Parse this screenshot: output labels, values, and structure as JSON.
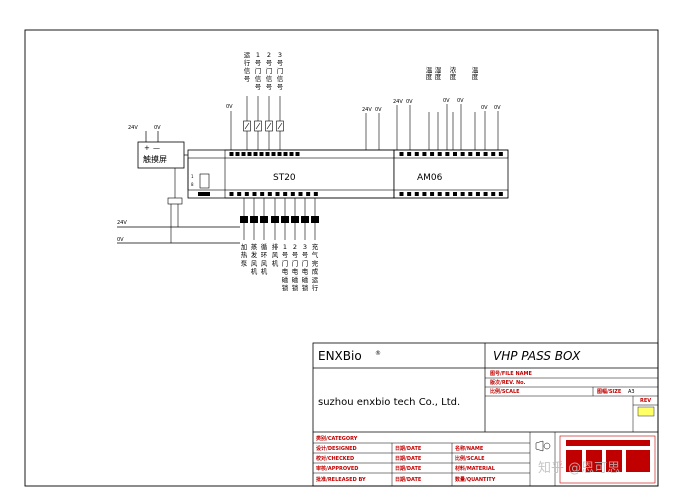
{
  "diagram": {
    "touchscreen_label": "触摸屏",
    "touchscreen_plus": "+",
    "touchscreen_minus": "—",
    "ts_24v": "24V",
    "ts_0v": "0V",
    "plc_label": "ST20",
    "am_label": "AM06",
    "rail_24v": "24V",
    "rail_0v": "0V",
    "plc_0v": "0V",
    "am_24v": "24V",
    "am_0v_a": "0V",
    "am_24v_b": "24V",
    "am_0v_b": "0V",
    "top_inputs": [
      "运行信号",
      "1号门信号",
      "2号门信号",
      "3号门信号"
    ],
    "am_top_a": [
      "温度",
      "湿度",
      "0V",
      "浓度",
      "0V"
    ],
    "am_top_b": [
      "温度",
      "0V",
      "0V"
    ],
    "outputs": [
      "加热泵",
      "蒸发风机",
      "循环风机",
      "排风机",
      "1号门电磁锁",
      "2号门电磁锁",
      "3号门电磁锁",
      "充气完成运行"
    ]
  },
  "title_block": {
    "company_logo": "ENXBio",
    "logo_mark": "®",
    "project_title": "VHP PASS BOX",
    "company_name": "suzhou enxbio tech Co., Ltd.",
    "file_name_label": "图号/FILE NAME",
    "rev_label": "版次/REV. No.",
    "scale_label": "比例/SCALE",
    "size_label": "图幅/SIZE",
    "size_value": "A3",
    "rev_mark": "REV",
    "category_label": "类别/CATEGORY",
    "designed_label": "设计/DESIGNED",
    "checked_label": "校对/CHECKED",
    "approved_label": "审核/APPROVED",
    "released_label": "批准/RELEASED BY",
    "date_label": "日期/DATE",
    "name_label": "名称/NAME",
    "scale2_label": "比例/SCALE",
    "material_label": "材料/MATERIAL",
    "quantity_label": "数量/QUANTITY",
    "watermark": "知乎 @恩可思"
  }
}
